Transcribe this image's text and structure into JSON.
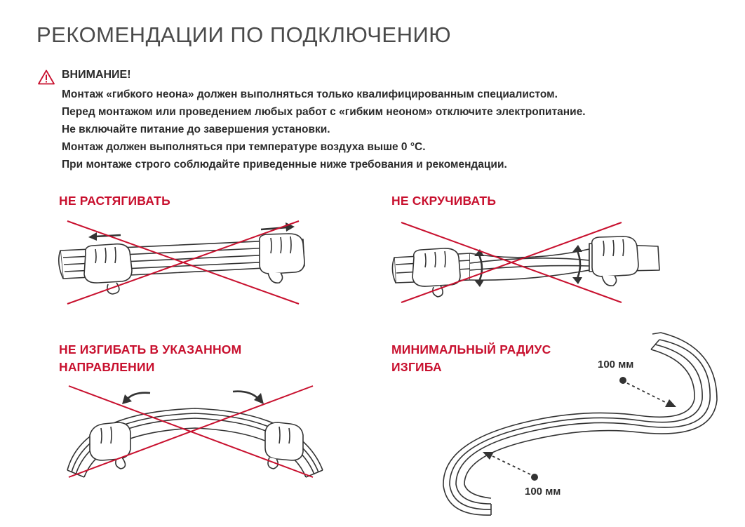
{
  "title": "РЕКОМЕНДАЦИИ ПО ПОДКЛЮЧЕНИЮ",
  "warning": {
    "icon": "warning-triangle-icon",
    "heading": "ВНИМАНИЕ!",
    "lines": [
      "Монтаж «гибкого неона» должен выполняться только квалифицированным специалистом.",
      "Перед монтажом или проведением любых работ с «гибким неоном» отключите электропитание.",
      "Не включайте питание до завершения установки.",
      "Монтаж должен выполняться при температуре воздуха выше 0 °С.",
      "При монтаже строго соблюдайте приведенные ниже требования и рекомендации."
    ]
  },
  "sections": {
    "stretch": {
      "lines": [
        "НЕ РАСТЯГИВАТЬ"
      ]
    },
    "twist": {
      "lines": [
        "НЕ СКРУЧИВАТЬ"
      ]
    },
    "bend": {
      "lines": [
        "НЕ ИЗГИБАТЬ В УКАЗАННОМ",
        "НАПРАВЛЕНИИ"
      ]
    },
    "radius": {
      "lines": [
        "МИНИМАЛЬНЫЙ РАДИУС",
        "ИЗГИБА"
      ]
    }
  },
  "radius_labels": {
    "top": "100 мм",
    "bottom": "100 мм"
  },
  "colors": {
    "accent": "#c8102e",
    "text": "#2b2b2b",
    "line": "#333333"
  }
}
